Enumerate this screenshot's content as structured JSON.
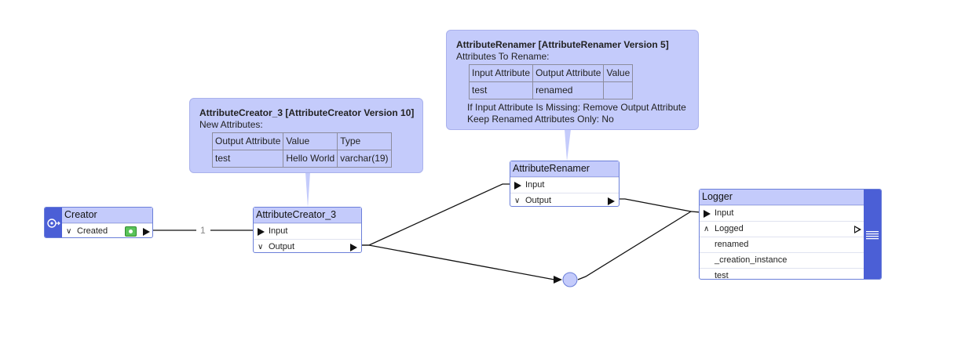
{
  "creator": {
    "title": "Creator",
    "port": "Created",
    "feature_count": "1"
  },
  "attr_creator_annotation": {
    "title": "AttributeCreator_3 [AttributeCreator Version 10]",
    "subtitle": "New Attributes:",
    "headers": [
      "Output Attribute",
      "Value",
      "Type"
    ],
    "rows": [
      [
        "test",
        "Hello World",
        "varchar(19)"
      ]
    ]
  },
  "attr_creator": {
    "title": "AttributeCreator_3",
    "input": "Input",
    "output": "Output"
  },
  "renamer_annotation": {
    "title": "AttributeRenamer [AttributeRenamer Version 5]",
    "subtitle": "Attributes To Rename:",
    "headers": [
      "Input Attribute",
      "Output Attribute",
      "Value"
    ],
    "rows": [
      [
        "test",
        "renamed",
        ""
      ]
    ],
    "missing_line": "If Input Attribute Is Missing: Remove Output Attribute",
    "keep_line": "Keep Renamed Attributes Only: No"
  },
  "renamer": {
    "title": "AttributeRenamer",
    "input": "Input",
    "output": "Output"
  },
  "logger": {
    "title": "Logger",
    "input": "Input",
    "output": "Logged",
    "attributes": [
      "renamed",
      "_creation_instance",
      "test"
    ]
  },
  "colors": {
    "node_header": "#c4cbfb",
    "node_border": "#6b7fd9",
    "accent": "#4b5fd6",
    "inspect_green": "#5ac35a"
  }
}
